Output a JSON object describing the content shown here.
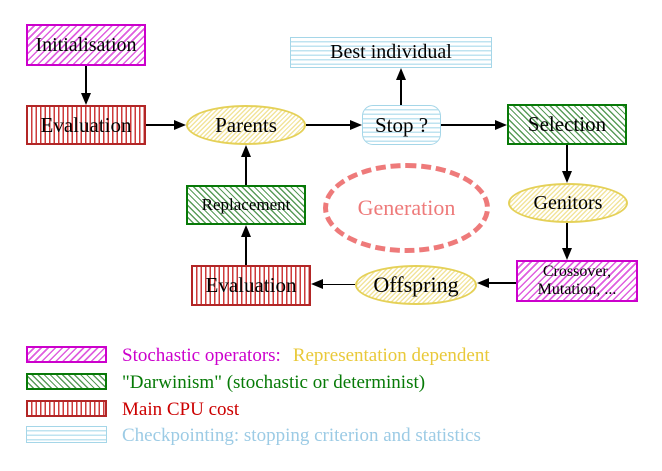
{
  "diagram": {
    "nodes": {
      "initialisation": "Initialisation",
      "evaluation_top": "Evaluation",
      "parents": "Parents",
      "stop": "Stop ?",
      "best_individual": "Best individual",
      "selection": "Selection",
      "genitors": "Genitors",
      "crossover_line1": "Crossover,",
      "crossover_line2": "Mutation, ...",
      "offspring": "Offspring",
      "evaluation_bottom": "Evaluation",
      "replacement": "Replacement",
      "generation": "Generation"
    },
    "colors": {
      "stochastic_magenta": "#cc00cc",
      "darwinism_green": "#077907",
      "cpu_red": "#b22626",
      "checkpoint_cyan": "#a5d6e8",
      "population_yellow": "#e5d158",
      "generation_salmon": "#ee7a7a",
      "arrow_black": "#000000"
    }
  },
  "legend": {
    "items": [
      {
        "pattern": "magenta-hatch",
        "label": "Stochastic operators:",
        "label2": "Representation dependent"
      },
      {
        "pattern": "green-hatch",
        "label": "\"Darwinism\" (stochastic or determinist)"
      },
      {
        "pattern": "red-stripes",
        "label": "Main CPU cost"
      },
      {
        "pattern": "cyan-stripes",
        "label": "Checkpointing: stopping criterion and statistics"
      }
    ]
  }
}
